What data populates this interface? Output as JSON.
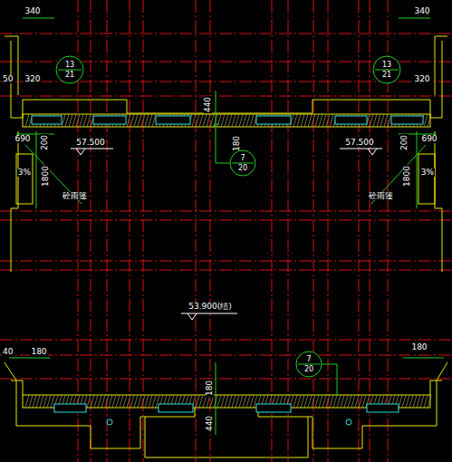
{
  "diagram": {
    "nodes": [
      {
        "text": [
          "13",
          "21"
        ]
      },
      {
        "text": [
          "13",
          "21"
        ]
      },
      {
        "text": [
          "7",
          "20"
        ]
      },
      {
        "text": [
          "7",
          "20"
        ]
      }
    ],
    "labels": [
      "340",
      "340",
      "50",
      "320",
      "320",
      "440",
      "690",
      "200",
      "57.500",
      "57.500",
      "200",
      "690",
      "180",
      "3%",
      "1800",
      "砼雨篷",
      "3%",
      "1800",
      "砼雨篷",
      "53.900(结)",
      "40",
      "180",
      "180",
      "180",
      "440"
    ]
  }
}
